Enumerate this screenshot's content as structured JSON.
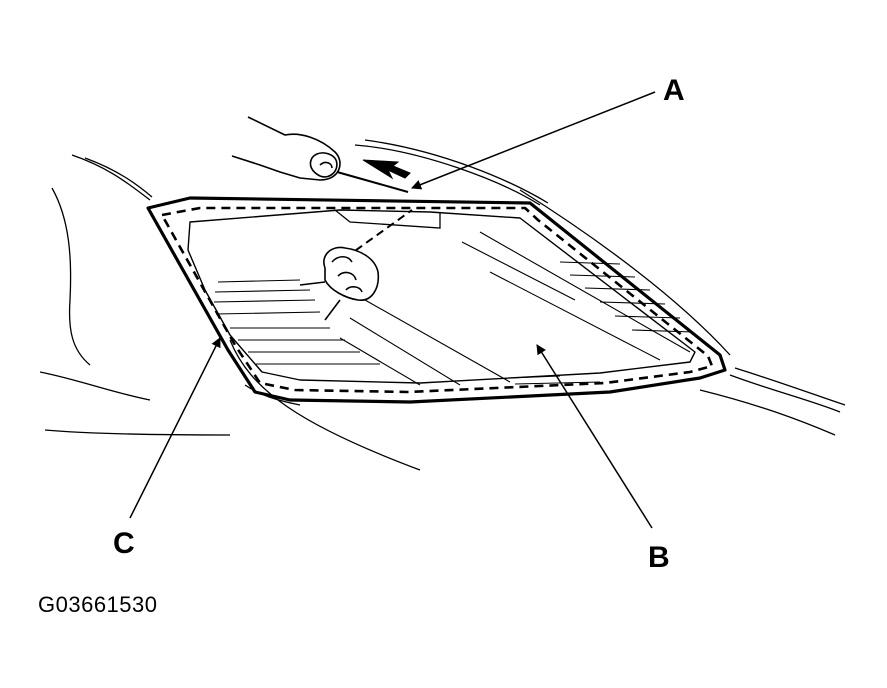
{
  "diagram": {
    "callouts": {
      "a": {
        "label": "A"
      },
      "b": {
        "label": "B"
      },
      "c": {
        "label": "C"
      }
    },
    "figure_id": "G03661530"
  },
  "colors": {
    "ink": "#000000",
    "paper": "#ffffff"
  }
}
